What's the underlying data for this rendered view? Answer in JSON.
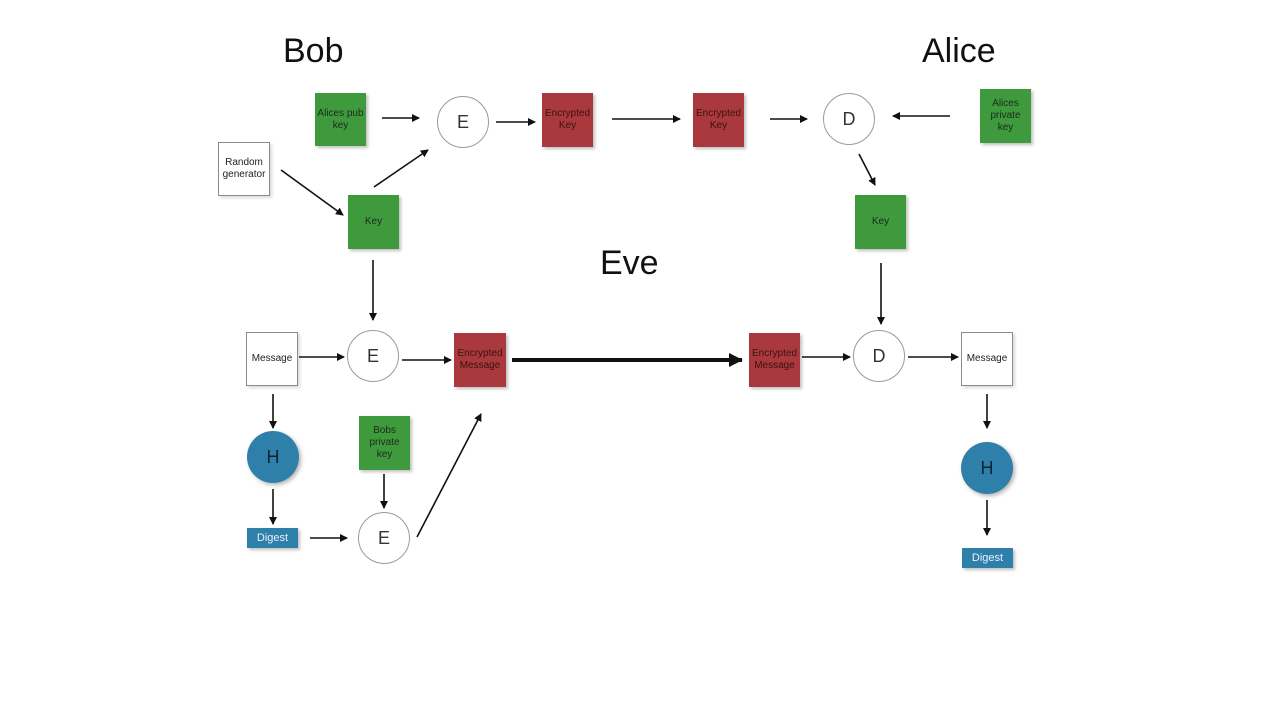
{
  "parties": {
    "bob": "Bob",
    "alice": "Alice",
    "eve": "Eve"
  },
  "nodes": {
    "alices_pub_key": "Alices pub key",
    "random_generator": "Random generator",
    "bob_key": "Key",
    "encrypt_key_op": "E",
    "encrypted_key_bob": "Encrypted Key",
    "encrypted_key_alice": "Encrypted Key",
    "decrypt_key_op": "D",
    "alices_private_key": "Alices private key",
    "alice_key": "Key",
    "bob_message": "Message",
    "encrypt_msg_op": "E",
    "encrypted_message_bob": "Encrypted Message",
    "encrypted_message_alice": "Encrypted Message",
    "decrypt_msg_op": "D",
    "alice_message": "Message",
    "bob_hash": "H",
    "bob_digest": "Digest",
    "bobs_private_key": "Bobs private key",
    "sign_op": "E",
    "alice_hash": "H",
    "alice_digest": "Digest"
  },
  "colors": {
    "green": "#3e9a3c",
    "red": "#a9393c",
    "blue": "#2f7fab",
    "arrow": "#111111"
  }
}
